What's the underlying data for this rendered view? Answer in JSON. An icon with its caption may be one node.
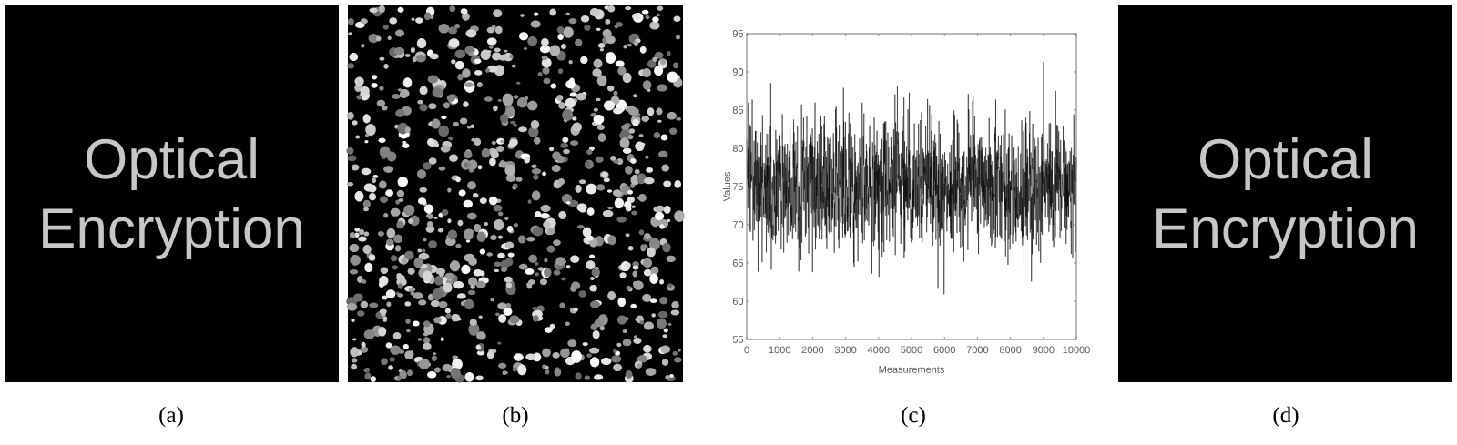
{
  "diagram": {
    "labels": [
      "Optical Encryption",
      "95",
      "90",
      "85",
      "80",
      "75",
      "70",
      "65",
      "60",
      "55",
      "Values",
      "0",
      "1000",
      "2000",
      "3000",
      "4000",
      "5000",
      "6000",
      "7000",
      "8000",
      "9000",
      "10000",
      "Measurements",
      "Optical Encryption",
      "(a)",
      "(b)",
      "(c)",
      "(d)"
    ]
  }
}
